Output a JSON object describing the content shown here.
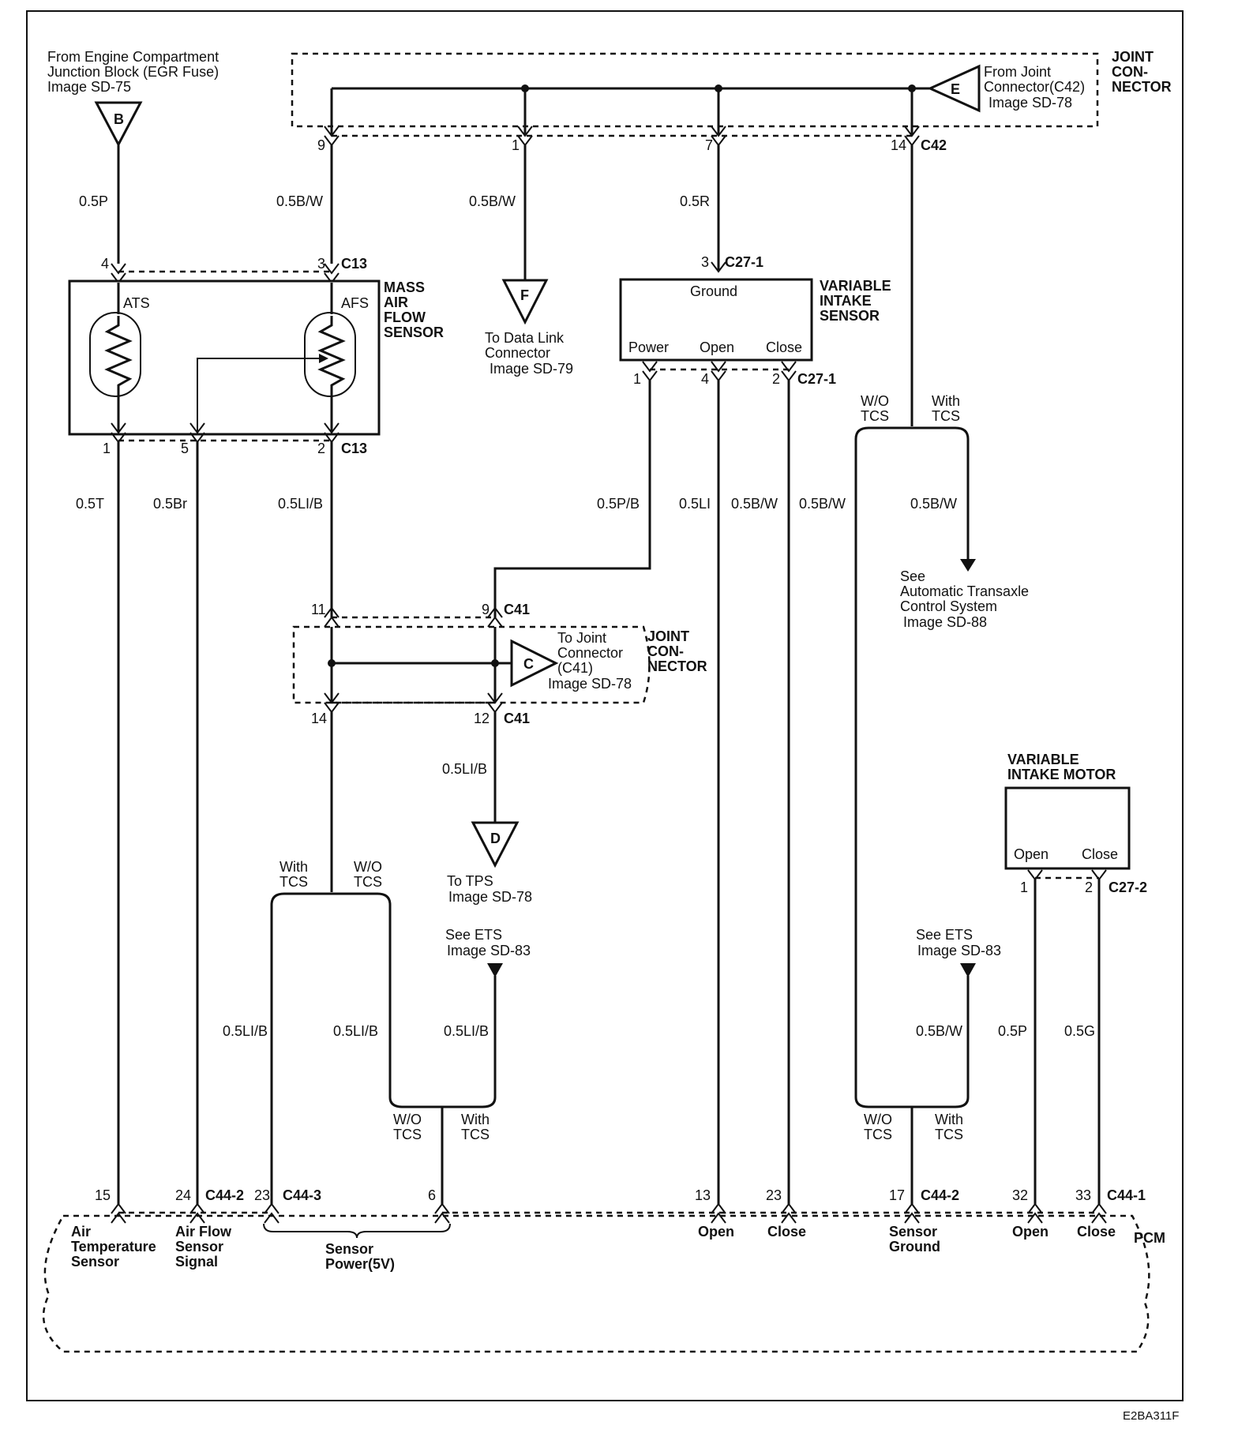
{
  "labels": {
    "from_engine_1": "From Engine Compartment",
    "from_engine_2": "Junction Block (EGR Fuse)",
    "from_engine_3": "Image SD-75",
    "joint_connector_top_1": "JOINT",
    "joint_connector_top_2": "CON-",
    "joint_connector_top_3": "NECTOR",
    "from_joint_1": "From Joint",
    "from_joint_2": "Connector(C42)",
    "from_joint_3": "Image SD-78",
    "mass_air_flow_1": "MASS",
    "mass_air_flow_2": "AIR",
    "mass_air_flow_3": "FLOW",
    "mass_air_flow_4": "SENSOR",
    "ats": "ATS",
    "afs": "AFS",
    "data_link_1": "To Data Link",
    "data_link_2": "Connector",
    "data_link_3": "Image SD-79",
    "variable_intake_sensor_1": "VARIABLE",
    "variable_intake_sensor_2": "INTAKE",
    "variable_intake_sensor_3": "SENSOR",
    "vis_ground": "Ground",
    "vis_power": "Power",
    "vis_open": "Open",
    "vis_close": "Close",
    "wo_tcs_1": "W/O",
    "wo_tcs_2": "TCS",
    "with_tcs_1": "With",
    "with_tcs_2": "TCS",
    "see_atcs_1": "See",
    "see_atcs_2": "Automatic Transaxle",
    "see_atcs_3": "Control System",
    "see_atcs_4": "Image SD-88",
    "to_joint_c41_1": "To Joint",
    "to_joint_c41_2": "Connector",
    "to_joint_c41_3": "(C41)",
    "to_joint_c41_4": "Image SD-78",
    "joint_connector_mid_1": "JOINT",
    "joint_connector_mid_2": "CON-",
    "joint_connector_mid_3": "NECTOR",
    "to_tps_1": "To TPS",
    "to_tps_2": "Image SD-78",
    "see_ets_1": "See ETS",
    "see_ets_2": "Image SD-83",
    "variable_intake_motor_1": "VARIABLE",
    "variable_intake_motor_2": "INTAKE MOTOR",
    "vim_open": "Open",
    "vim_close": "Close",
    "pcm_air_temp_1": "Air",
    "pcm_air_temp_2": "Temperature",
    "pcm_air_temp_3": "Sensor",
    "pcm_air_flow_1": "Air Flow",
    "pcm_air_flow_2": "Sensor",
    "pcm_air_flow_3": "Signal",
    "pcm_sensor_power_1": "Sensor",
    "pcm_sensor_power_2": "Power(5V)",
    "pcm_open": "Open",
    "pcm_close": "Close",
    "pcm_sensor_ground_1": "Sensor",
    "pcm_sensor_ground_2": "Ground",
    "pcm": "PCM",
    "figure_code": "E2BA311F"
  },
  "connectors": {
    "b": "B",
    "e": "E",
    "f": "F",
    "c": "C",
    "d": "D",
    "c42": "C42",
    "c13": "C13",
    "c27_1": "C27-1",
    "c27_2": "C27-2",
    "c41": "C41",
    "c44_1": "C44-1",
    "c44_2": "C44-2",
    "c44_3": "C44-3"
  },
  "pins": {
    "p9": "9",
    "p1": "1",
    "p7": "7",
    "p14": "14",
    "p4": "4",
    "p3": "3",
    "p5": "5",
    "p2": "2",
    "p11": "11",
    "p12": "12",
    "p15": "15",
    "p24": "24",
    "p23": "23",
    "p6": "6",
    "p13": "13",
    "p17": "17",
    "p32": "32",
    "p33": "33"
  },
  "wires": {
    "w_05P": "0.5P",
    "w_05BW": "0.5B/W",
    "w_05R": "0.5R",
    "w_05T": "0.5T",
    "w_05Br": "0.5Br",
    "w_05LIB": "0.5LI/B",
    "w_05PB": "0.5P/B",
    "w_05LI": "0.5LI",
    "w_05G": "0.5G"
  }
}
